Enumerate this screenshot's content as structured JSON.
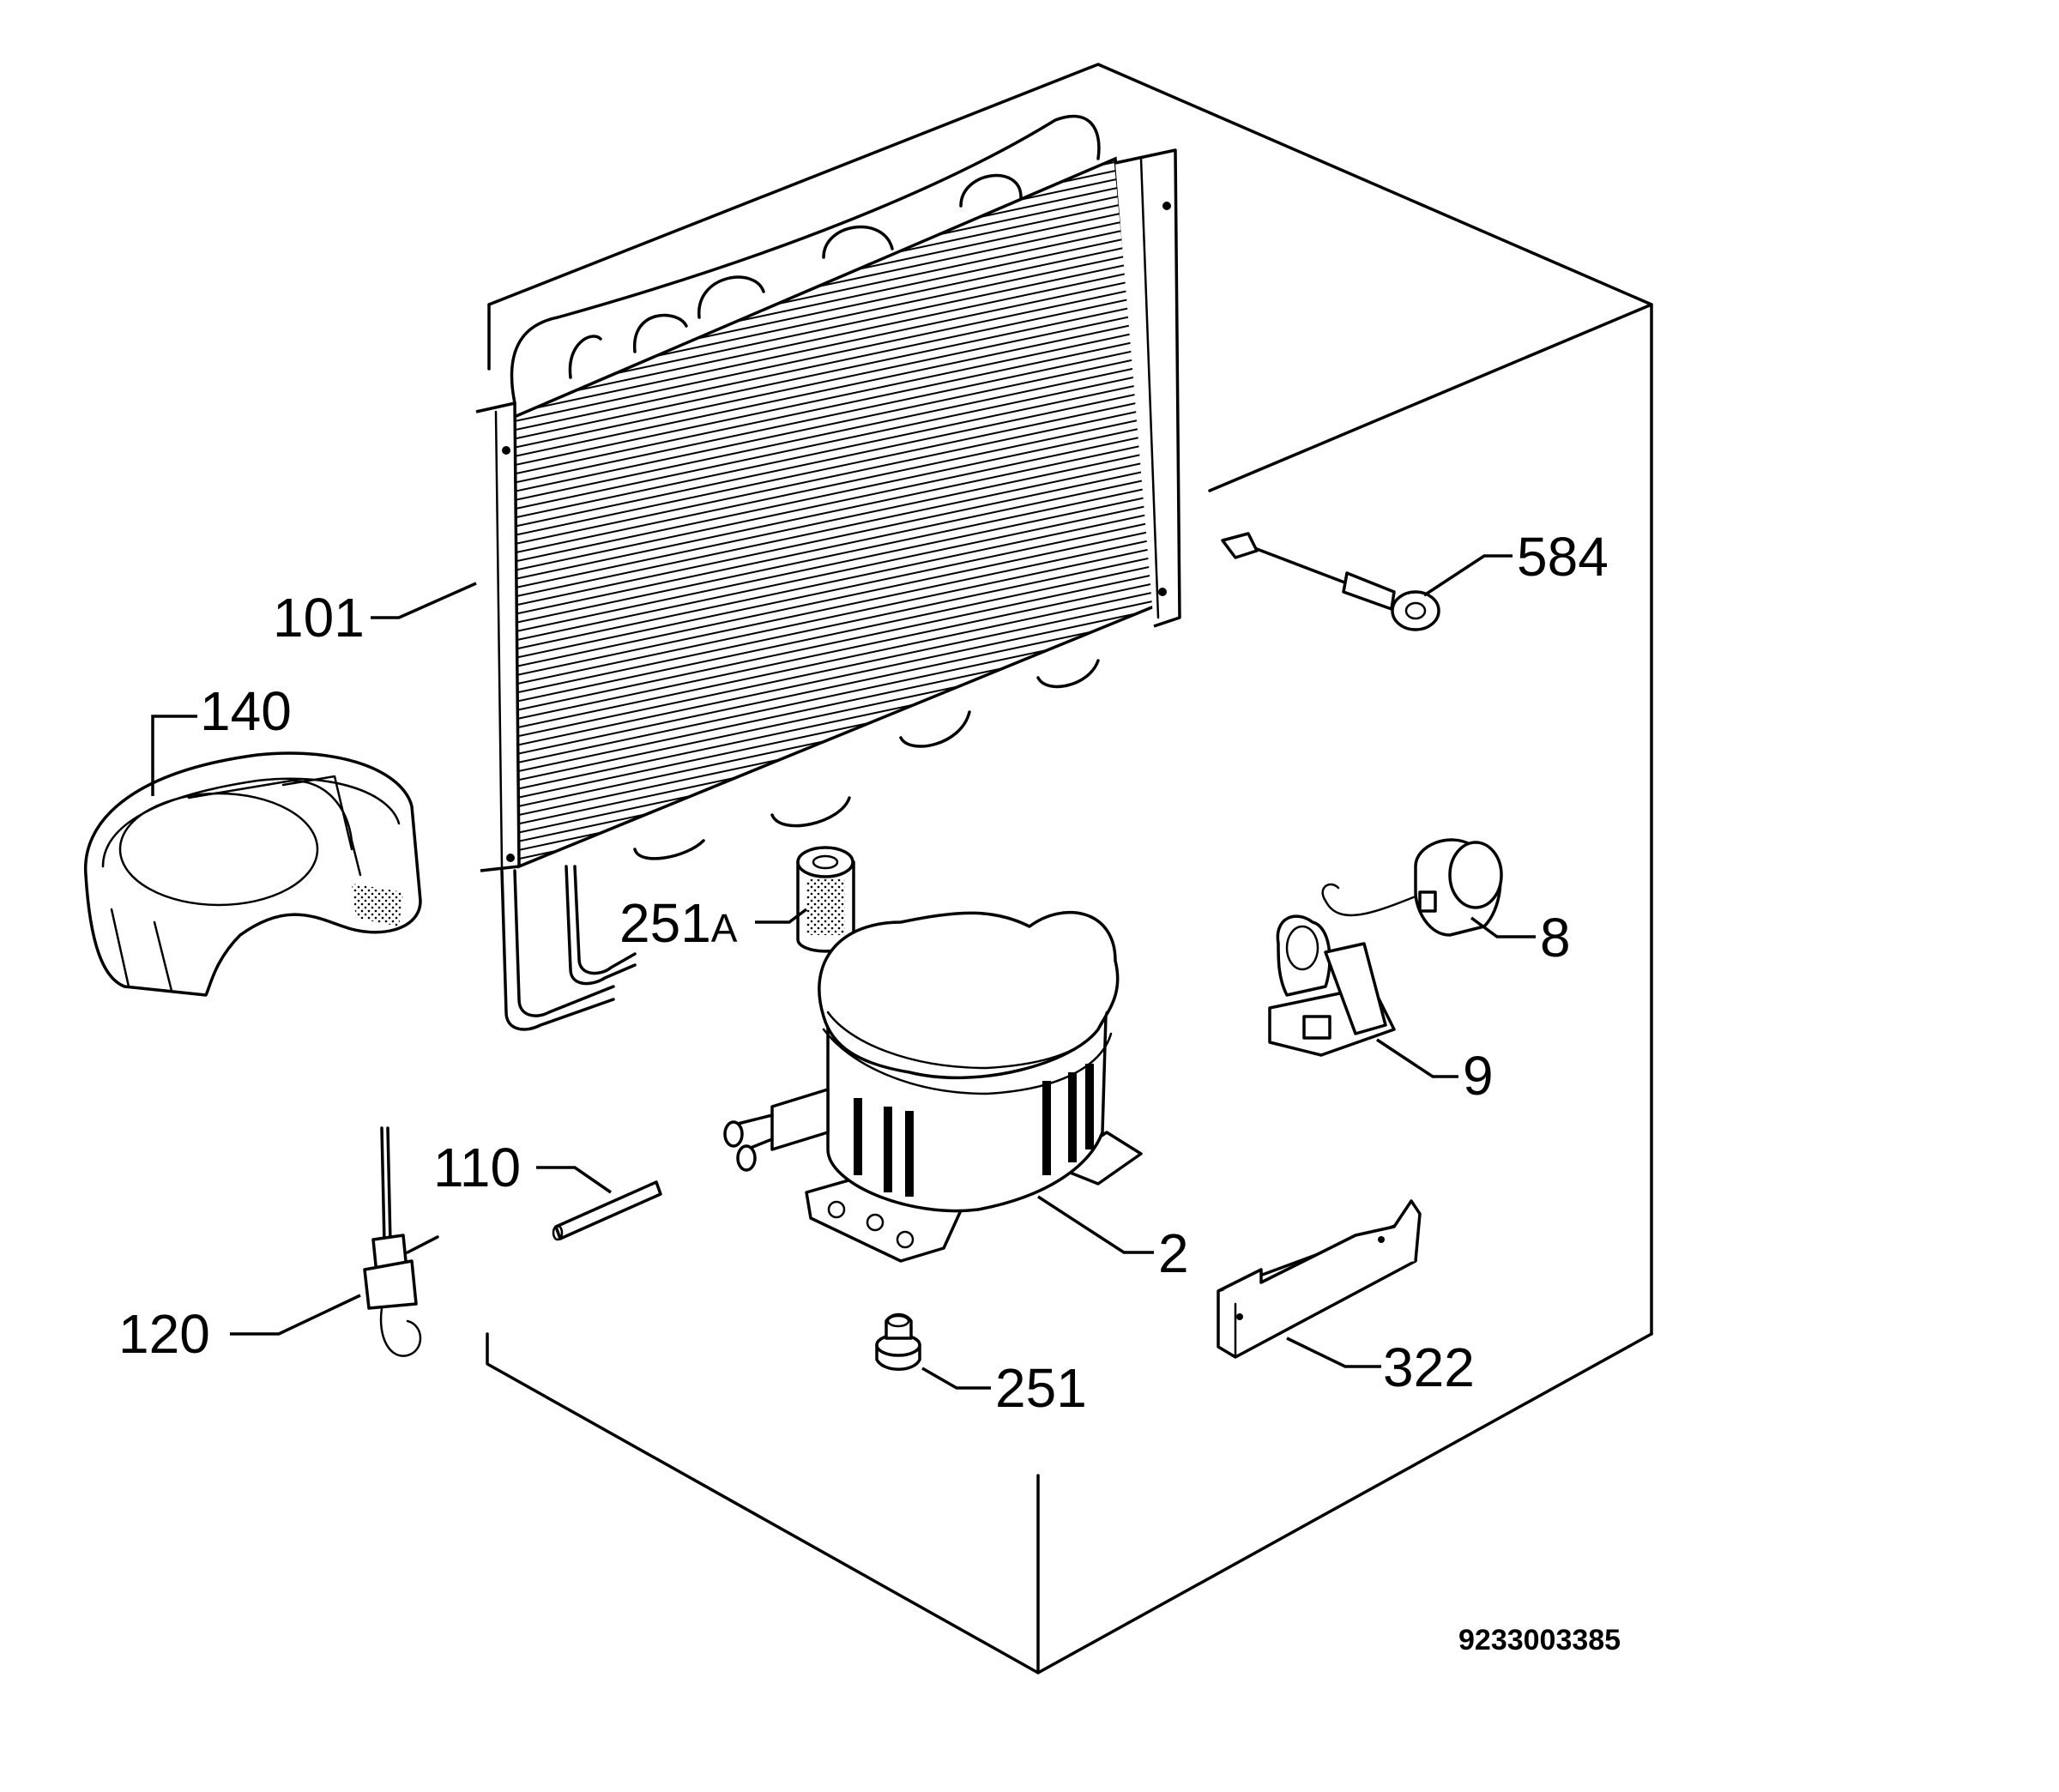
{
  "diagram": {
    "callouts": {
      "c101": "101",
      "c140": "140",
      "c584": "584",
      "c251a": "251",
      "c251a_suffix": "A",
      "c8": "8",
      "c9": "9",
      "c110": "110",
      "c2": "2",
      "c120": "120",
      "c322": "322",
      "c251": "251"
    },
    "drawing_number": "9233003385"
  }
}
